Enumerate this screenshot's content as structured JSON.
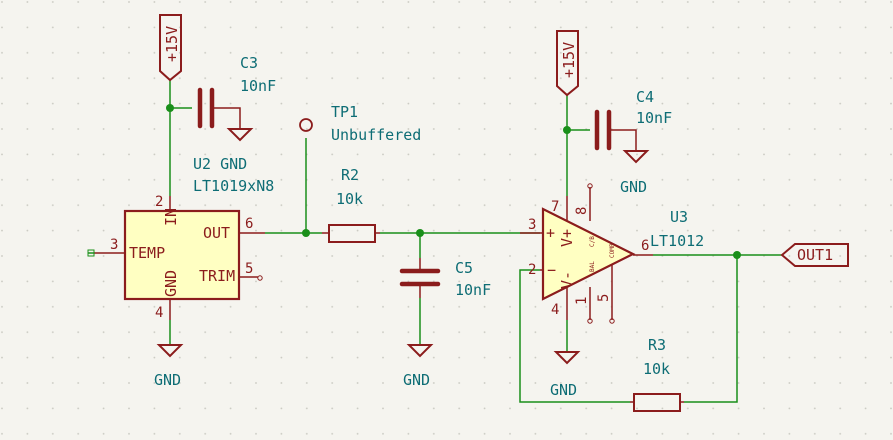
{
  "power": {
    "vplus": "+15V",
    "gnd": "GND"
  },
  "u2": {
    "ref": "U2",
    "value": "LT1019xN8",
    "gnd_note": "GND",
    "pins": {
      "out": "OUT",
      "temp": "TEMP",
      "trim": "TRIM",
      "gnd": "GND",
      "in": "IN"
    },
    "pin_numbers": {
      "in": "2",
      "out": "6",
      "temp": "3",
      "trim": "5",
      "gnd": "4"
    }
  },
  "u3": {
    "ref": "U3",
    "value": "LT1012",
    "pin_numbers": {
      "noninv": "3",
      "inv": "2",
      "out": "6",
      "vpos": "7",
      "vneg": "4",
      "p8": "8",
      "p1": "1",
      "p5": "5"
    },
    "labels": {
      "vpos": "V+",
      "vneg": "V-",
      "plus": "+",
      "minus": "−",
      "cbal": "C/B",
      "bal": "BAL",
      "comp": "COMP"
    }
  },
  "c3": {
    "ref": "C3",
    "value": "10nF"
  },
  "c4": {
    "ref": "C4",
    "value": "10nF"
  },
  "c5": {
    "ref": "C5",
    "value": "10nF"
  },
  "r2": {
    "ref": "R2",
    "value": "10k"
  },
  "r3": {
    "ref": "R3",
    "value": "10k"
  },
  "tp1": {
    "ref": "TP1",
    "value": "Unbuffered"
  },
  "out_label": "OUT1"
}
